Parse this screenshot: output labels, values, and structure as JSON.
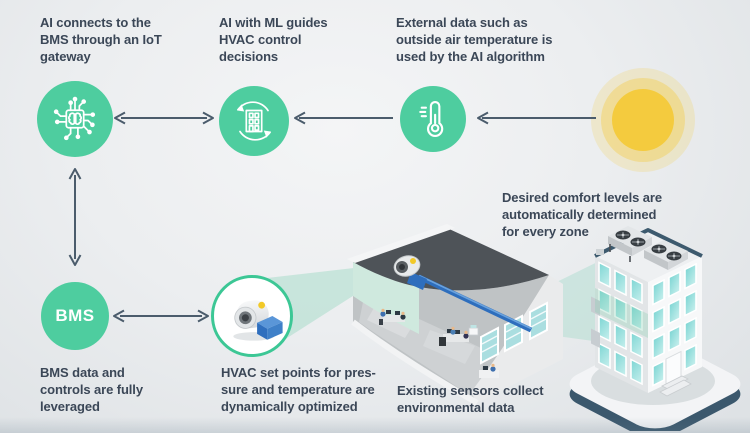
{
  "captions": {
    "iot_gateway": "AI connects to the\nBMS through an IoT\ngateway",
    "ml_decisions": "AI with ML guides\nHVAC control\ndecisions",
    "external_data": "External data such as\noutside air temperature is\nused by the AI algorithm",
    "comfort_levels": "Desired comfort levels are\nautomatically determined\nfor every zone",
    "bms_leveraged": "BMS data and\ncontrols are fully\nleveraged",
    "setpoints_optimized": "HVAC set points for pres-\nsure and temperature are\ndynamically optimized",
    "sensors_collect": "Existing sensors collect\nenvironmental data"
  },
  "nodes": {
    "bms_label": "BMS"
  },
  "icons": {
    "node1": "ai-chip-icon",
    "node2": "building-cycle-icon",
    "node3": "thermometer-icon",
    "node4": "sun-icon",
    "node5": "hvac-blower-icon",
    "illustration1": "warehouse-interior-illustration",
    "illustration2": "office-building-illustration"
  },
  "palette": {
    "accent_green": "#4ecd9f",
    "callout_ring_green": "#3cc795",
    "arrow_color": "#4b5c6c",
    "text_color": "#3b4757",
    "sun_yellow": "#f4cb3e",
    "beam_teal": "#aedfcf",
    "duct_blue": "#2e6ebd",
    "window_teal": "#9adfdd",
    "platform_edge_blue": "#3b586d",
    "background_gray": "#e9ebed"
  }
}
